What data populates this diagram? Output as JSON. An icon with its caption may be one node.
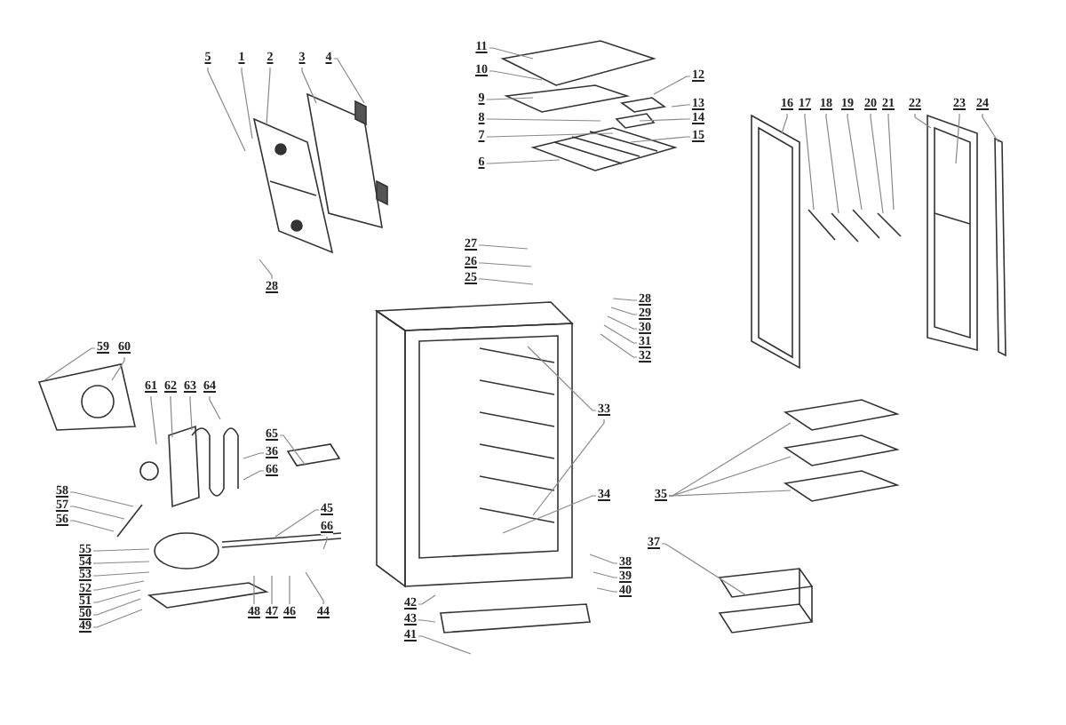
{
  "diagram": {
    "nodes": [
      {
        "text": [
          "5"
        ]
      },
      {
        "text": [
          "1"
        ]
      },
      {
        "text": [
          "2"
        ]
      },
      {
        "text": [
          "3"
        ]
      },
      {
        "text": [
          "4"
        ]
      },
      {
        "text": [
          "28"
        ]
      },
      {
        "text": [
          "11"
        ]
      },
      {
        "text": [
          "10"
        ]
      },
      {
        "text": [
          "9"
        ]
      },
      {
        "text": [
          "8"
        ]
      },
      {
        "text": [
          "7"
        ]
      },
      {
        "text": [
          "6"
        ]
      },
      {
        "text": [
          "12"
        ]
      },
      {
        "text": [
          "13"
        ]
      },
      {
        "text": [
          "14"
        ]
      },
      {
        "text": [
          "15"
        ]
      },
      {
        "text": [
          "16"
        ]
      },
      {
        "text": [
          "17"
        ]
      },
      {
        "text": [
          "18"
        ]
      },
      {
        "text": [
          "19"
        ]
      },
      {
        "text": [
          "20"
        ]
      },
      {
        "text": [
          "21"
        ]
      },
      {
        "text": [
          "22"
        ]
      },
      {
        "text": [
          "23"
        ]
      },
      {
        "text": [
          "24"
        ]
      },
      {
        "text": [
          "27"
        ]
      },
      {
        "text": [
          "26"
        ]
      },
      {
        "text": [
          "25"
        ]
      },
      {
        "text": [
          "28"
        ]
      },
      {
        "text": [
          "29"
        ]
      },
      {
        "text": [
          "30"
        ]
      },
      {
        "text": [
          "31"
        ]
      },
      {
        "text": [
          "32"
        ]
      },
      {
        "text": [
          "59"
        ]
      },
      {
        "text": [
          "60"
        ]
      },
      {
        "text": [
          "61"
        ]
      },
      {
        "text": [
          "62"
        ]
      },
      {
        "text": [
          "63"
        ]
      },
      {
        "text": [
          "64"
        ]
      },
      {
        "text": [
          "33"
        ]
      },
      {
        "text": [
          "65"
        ]
      },
      {
        "text": [
          "36"
        ]
      },
      {
        "text": [
          "66"
        ]
      },
      {
        "text": [
          "34"
        ]
      },
      {
        "text": [
          "35"
        ]
      },
      {
        "text": [
          "58"
        ]
      },
      {
        "text": [
          "57"
        ]
      },
      {
        "text": [
          "56"
        ]
      },
      {
        "text": [
          "45"
        ]
      },
      {
        "text": [
          "66"
        ]
      },
      {
        "text": [
          "55"
        ]
      },
      {
        "text": [
          "54"
        ]
      },
      {
        "text": [
          "53"
        ]
      },
      {
        "text": [
          "52"
        ]
      },
      {
        "text": [
          "51"
        ]
      },
      {
        "text": [
          "50"
        ]
      },
      {
        "text": [
          "49"
        ]
      },
      {
        "text": [
          "37"
        ]
      },
      {
        "text": [
          "38"
        ]
      },
      {
        "text": [
          "39"
        ]
      },
      {
        "text": [
          "40"
        ]
      },
      {
        "text": [
          "48"
        ]
      },
      {
        "text": [
          "47"
        ]
      },
      {
        "text": [
          "46"
        ]
      },
      {
        "text": [
          "44"
        ]
      },
      {
        "text": [
          "42"
        ]
      },
      {
        "text": [
          "43"
        ]
      },
      {
        "text": [
          "41"
        ]
      }
    ],
    "edges": [
      {
        "from": 0,
        "to": null,
        "arrow": "none"
      },
      {
        "from": 1,
        "to": null,
        "arrow": "none"
      },
      {
        "from": 2,
        "to": null,
        "arrow": "none"
      },
      {
        "from": 3,
        "to": null,
        "arrow": "none"
      },
      {
        "from": 4,
        "to": null,
        "arrow": "none"
      },
      {
        "from": 5,
        "to": null,
        "arrow": "none"
      },
      {
        "from": 6,
        "to": null,
        "arrow": "none"
      },
      {
        "from": 7,
        "to": null,
        "arrow": "none"
      },
      {
        "from": 8,
        "to": null,
        "arrow": "none"
      },
      {
        "from": 9,
        "to": null,
        "arrow": "none"
      },
      {
        "from": 10,
        "to": null,
        "arrow": "none"
      },
      {
        "from": 11,
        "to": null,
        "arrow": "none"
      },
      {
        "from": 12,
        "to": null,
        "arrow": "none"
      },
      {
        "from": 13,
        "to": null,
        "arrow": "none"
      },
      {
        "from": 14,
        "to": null,
        "arrow": "none"
      },
      {
        "from": 15,
        "to": null,
        "arrow": "none"
      },
      {
        "from": 16,
        "to": null,
        "arrow": "none"
      },
      {
        "from": 17,
        "to": null,
        "arrow": "none"
      },
      {
        "from": 18,
        "to": null,
        "arrow": "none"
      },
      {
        "from": 19,
        "to": null,
        "arrow": "none"
      },
      {
        "from": 20,
        "to": null,
        "arrow": "none"
      },
      {
        "from": 21,
        "to": null,
        "arrow": "none"
      },
      {
        "from": 22,
        "to": null,
        "arrow": "none"
      },
      {
        "from": 23,
        "to": null,
        "arrow": "none"
      },
      {
        "from": 24,
        "to": null,
        "arrow": "none"
      },
      {
        "from": 25,
        "to": null,
        "arrow": "none"
      },
      {
        "from": 26,
        "to": null,
        "arrow": "none"
      },
      {
        "from": 27,
        "to": null,
        "arrow": "none"
      },
      {
        "from": 28,
        "to": null,
        "arrow": "none"
      },
      {
        "from": 29,
        "to": null,
        "arrow": "none"
      },
      {
        "from": 30,
        "to": null,
        "arrow": "none"
      },
      {
        "from": 31,
        "to": null,
        "arrow": "none"
      },
      {
        "from": 32,
        "to": null,
        "arrow": "none"
      },
      {
        "from": 33,
        "to": null,
        "arrow": "none"
      },
      {
        "from": 34,
        "to": null,
        "arrow": "none"
      },
      {
        "from": 35,
        "to": null,
        "arrow": "none"
      },
      {
        "from": 36,
        "to": null,
        "arrow": "none"
      },
      {
        "from": 37,
        "to": null,
        "arrow": "none"
      },
      {
        "from": 38,
        "to": null,
        "arrow": "none"
      },
      {
        "from": 39,
        "to": null,
        "arrow": "none"
      },
      {
        "from": 39,
        "to": null,
        "arrow": "none"
      },
      {
        "from": 40,
        "to": null,
        "arrow": "none"
      },
      {
        "from": 41,
        "to": null,
        "arrow": "none"
      },
      {
        "from": 42,
        "to": null,
        "arrow": "none"
      },
      {
        "from": 43,
        "to": null,
        "arrow": "none"
      },
      {
        "from": 44,
        "to": null,
        "arrow": "none"
      },
      {
        "from": 44,
        "to": null,
        "arrow": "none"
      },
      {
        "from": 44,
        "to": null,
        "arrow": "none"
      },
      {
        "from": 45,
        "to": null,
        "arrow": "none"
      },
      {
        "from": 46,
        "to": null,
        "arrow": "none"
      },
      {
        "from": 47,
        "to": null,
        "arrow": "none"
      },
      {
        "from": 48,
        "to": null,
        "arrow": "none"
      },
      {
        "from": 49,
        "to": null,
        "arrow": "none"
      },
      {
        "from": 50,
        "to": null,
        "arrow": "none"
      },
      {
        "from": 51,
        "to": null,
        "arrow": "none"
      },
      {
        "from": 52,
        "to": null,
        "arrow": "none"
      },
      {
        "from": 53,
        "to": null,
        "arrow": "none"
      },
      {
        "from": 54,
        "to": null,
        "arrow": "none"
      },
      {
        "from": 55,
        "to": null,
        "arrow": "none"
      },
      {
        "from": 56,
        "to": null,
        "arrow": "none"
      },
      {
        "from": 57,
        "to": null,
        "arrow": "none"
      },
      {
        "from": 58,
        "to": null,
        "arrow": "none"
      },
      {
        "from": 59,
        "to": null,
        "arrow": "none"
      },
      {
        "from": 60,
        "to": null,
        "arrow": "none"
      },
      {
        "from": 61,
        "to": null,
        "arrow": "none"
      },
      {
        "from": 62,
        "to": null,
        "arrow": "none"
      },
      {
        "from": 63,
        "to": null,
        "arrow": "none"
      },
      {
        "from": 64,
        "to": null,
        "arrow": "none"
      },
      {
        "from": 65,
        "to": null,
        "arrow": "none"
      },
      {
        "from": 66,
        "to": null,
        "arrow": "none"
      },
      {
        "from": 67,
        "to": null,
        "arrow": "none"
      }
    ]
  }
}
